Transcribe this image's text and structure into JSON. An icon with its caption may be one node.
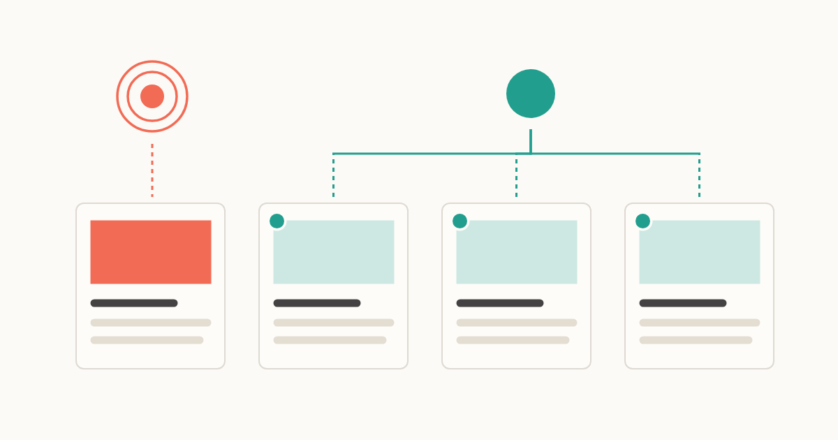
{
  "diagram": {
    "nodes": [
      {
        "text": [],
        "shape": "circle"
      },
      {
        "text": [],
        "shape": "circle"
      },
      {
        "text": [],
        "shape": "box"
      },
      {
        "text": [],
        "shape": "box"
      },
      {
        "text": [],
        "shape": "box"
      },
      {
        "text": [],
        "shape": "box"
      }
    ],
    "edges": [
      {
        "from": 0,
        "to": 2,
        "arrow": "none",
        "style": "dashed",
        "color": "#f26b55"
      },
      {
        "from": 1,
        "to": 3,
        "arrow": "none",
        "style": "dashed"
      },
      {
        "from": 1,
        "to": 4,
        "arrow": "none",
        "style": "dashed"
      },
      {
        "from": 1,
        "to": 5,
        "arrow": "none",
        "style": "dashed"
      }
    ]
  }
}
